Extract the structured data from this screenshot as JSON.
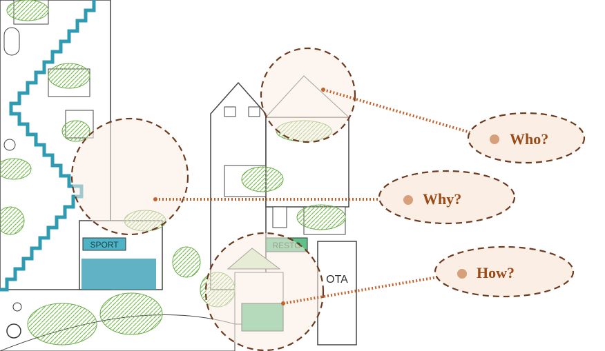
{
  "sign_sport": "SPORT",
  "sign_resto": "RESTO",
  "sign_hotel_partial": "OTA",
  "callouts": {
    "who": "Who?",
    "why": "Why?",
    "how": "How?"
  },
  "colors": {
    "dashed_border": "#6b3a1f",
    "dotted_leader": "#c2622a",
    "bubble_fill": "#fbeee4",
    "label_text": "#9a4a17",
    "stair_blue": "#2f9bb3",
    "foliage_green": "#6aaa4a",
    "ink": "#3a3a3a"
  }
}
